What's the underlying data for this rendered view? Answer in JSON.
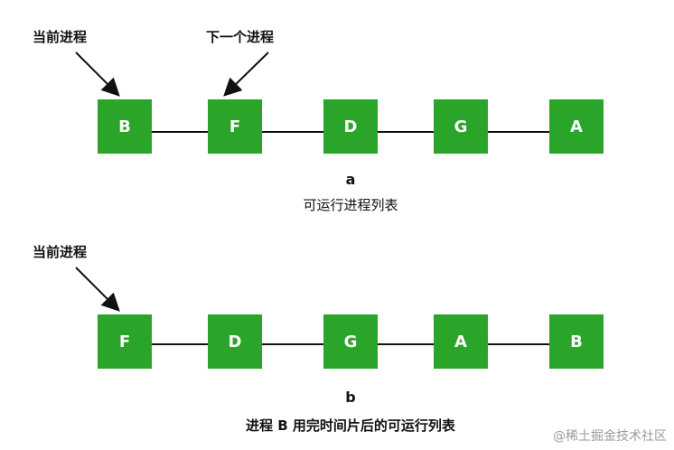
{
  "diagram": {
    "a": {
      "current_label": "当前进程",
      "next_label": "下一个进程",
      "nodes": [
        "B",
        "F",
        "D",
        "G",
        "A"
      ],
      "caption_letter": "a",
      "caption_text": "可运行进程列表"
    },
    "b": {
      "current_label": "当前进程",
      "nodes": [
        "F",
        "D",
        "G",
        "A",
        "B"
      ],
      "caption_letter": "b",
      "caption_text": "进程 B 用完时间片后的可运行列表"
    },
    "colors": {
      "node_fill": "#2aa52a",
      "node_text": "#ffffff",
      "line": "#111111",
      "text": "#111111"
    }
  },
  "watermark": "@稀土掘金技术社区"
}
